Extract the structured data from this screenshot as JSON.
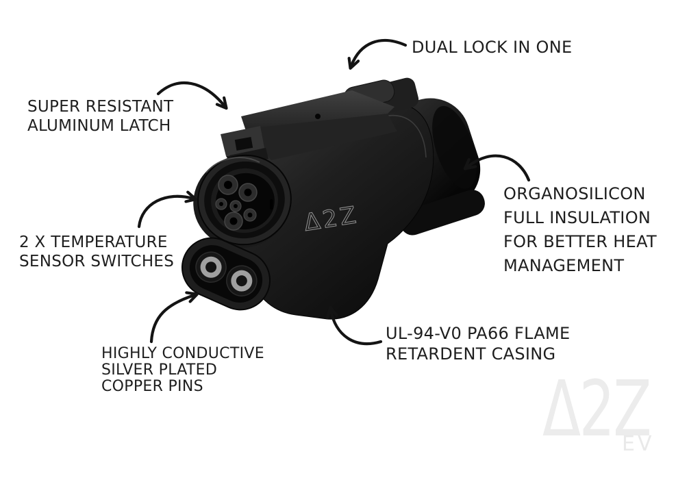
{
  "callouts": {
    "dual_lock": {
      "lines": [
        "DUAL LOCK IN ONE"
      ]
    },
    "latch": {
      "lines": [
        "SUPER RESISTANT",
        "ALUMINUM LATCH"
      ]
    },
    "temperature": {
      "lines": [
        "2 X TEMPERATURE",
        "SENSOR SWITCHES"
      ]
    },
    "insulation": {
      "lines": [
        "ORGANOSILICON",
        "FULL INSULATION",
        "FOR BETTER HEAT",
        "MANAGEMENT"
      ]
    },
    "pins": {
      "lines": [
        "HIGHLY CONDUCTIVE",
        "SILVER PLATED",
        "COPPER PINS"
      ]
    },
    "casing": {
      "lines": [
        "UL-94-V0 PA66 FLAME",
        "RETARDENT CASING"
      ]
    }
  },
  "product": {
    "body_marking": "Δ2Z"
  },
  "brand": {
    "logo_text": "Δ2Z",
    "logo_sub": "EV",
    "watermark_color": "#ececec"
  },
  "colors": {
    "text": "#1e1e1e",
    "arrow": "#141414",
    "device": "#141414",
    "marking": "#8b8b8b",
    "background": "#ffffff"
  }
}
